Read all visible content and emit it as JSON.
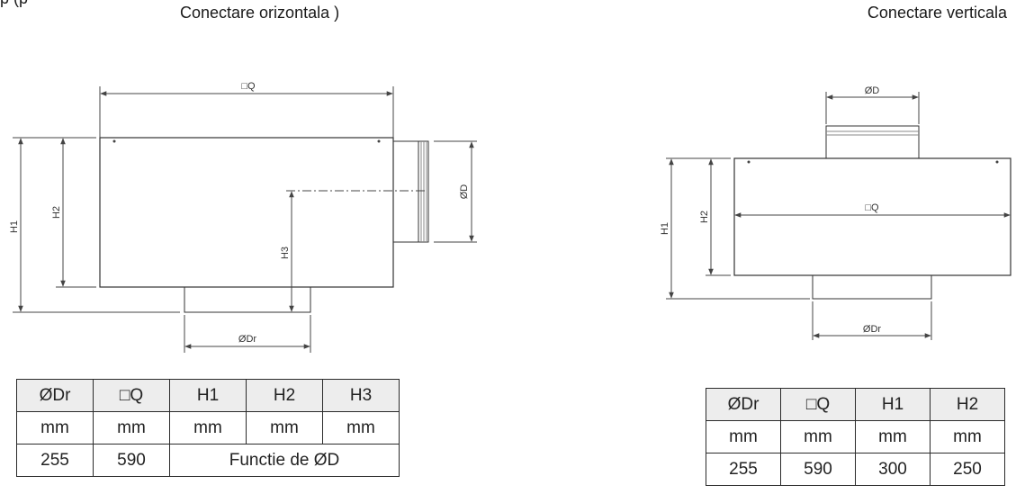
{
  "header": {
    "clipped_text": "p   (p",
    "left_title": "Conectare orizontala )",
    "right_title": "Conectare verticala"
  },
  "diagram_left": {
    "label_q": "□Q",
    "label_h1": "H1",
    "label_h2": "H2",
    "label_h3": "H3",
    "label_d": "ØD",
    "label_dr": "ØDr"
  },
  "diagram_right": {
    "label_d": "ØD",
    "label_q": "□Q",
    "label_h1": "H1",
    "label_h2": "H2",
    "label_dr": "ØDr"
  },
  "table_left": {
    "headers": [
      "ØDr",
      "□Q",
      "H1",
      "H2",
      "H3"
    ],
    "units": [
      "mm",
      "mm",
      "mm",
      "mm",
      "mm"
    ],
    "values": [
      "255",
      "590"
    ],
    "merged_value": "Functie de ØD"
  },
  "table_right": {
    "headers": [
      "ØDr",
      "□Q",
      "H1",
      "H2"
    ],
    "units": [
      "mm",
      "mm",
      "mm",
      "mm"
    ],
    "values": [
      "255",
      "590",
      "300",
      "250"
    ]
  }
}
